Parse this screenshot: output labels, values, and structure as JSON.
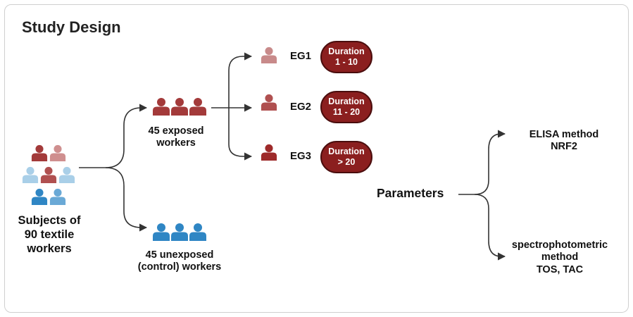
{
  "title": "Study Design",
  "subjects": {
    "line1": "Subjects of",
    "line2": "90 textile",
    "line3": "workers"
  },
  "exposed": {
    "line1": "45 exposed",
    "line2": "workers"
  },
  "unexposed": {
    "line1": "45 unexposed",
    "line2": "(control) workers"
  },
  "groups": [
    {
      "label": "EG1",
      "duration_title": "Duration",
      "duration_range": "1 - 10",
      "color": "#c88a8a"
    },
    {
      "label": "EG2",
      "duration_title": "Duration",
      "duration_range": "11 - 20",
      "color": "#b05050"
    },
    {
      "label": "EG3",
      "duration_title": "Duration",
      "duration_range": "> 20",
      "color": "#9e2a2a"
    }
  ],
  "parameters": {
    "label": "Parameters",
    "elisa": {
      "line1": "ELISA method",
      "line2": "NRF2"
    },
    "spectro": {
      "line1": "spectrophotometric",
      "line2": "method",
      "line3": "TOS, TAC"
    }
  },
  "colors": {
    "exposed_red": "#a33a3a",
    "light_red": "#cf8f8f",
    "control_blue": "#2f86c4",
    "light_blue": "#a9cfe8",
    "pill_bg": "#8b1f1f",
    "connector": "#333333"
  }
}
